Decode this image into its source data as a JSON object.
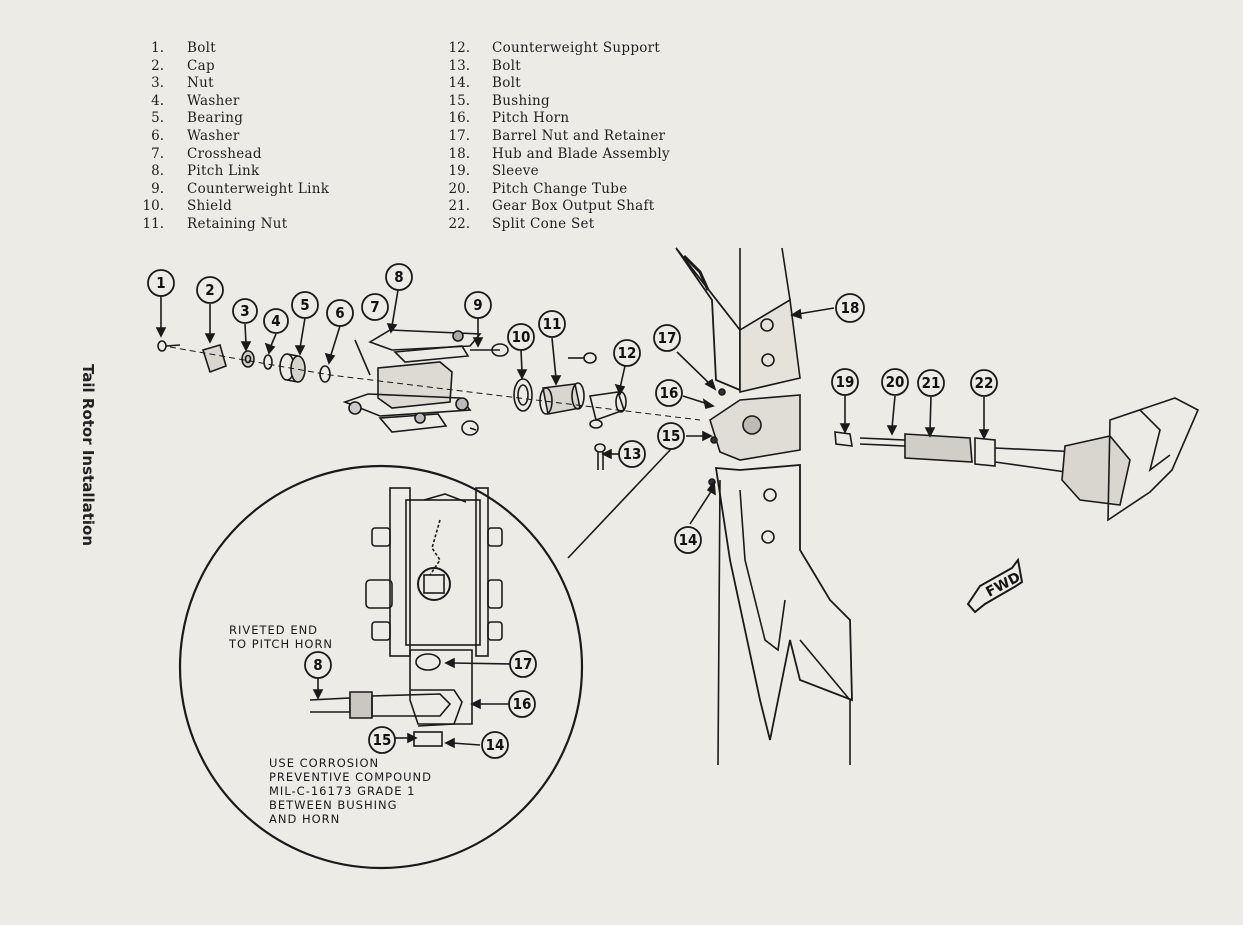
{
  "title": "Tail Rotor Installation",
  "parts_left": [
    {
      "num": "1.",
      "name": "Bolt"
    },
    {
      "num": "2.",
      "name": "Cap"
    },
    {
      "num": "3.",
      "name": "Nut"
    },
    {
      "num": "4.",
      "name": "Washer"
    },
    {
      "num": "5.",
      "name": "Bearing"
    },
    {
      "num": "6.",
      "name": "Washer"
    },
    {
      "num": "7.",
      "name": "Crosshead"
    },
    {
      "num": "8.",
      "name": "Pitch Link"
    },
    {
      "num": "9.",
      "name": "Counterweight Link"
    },
    {
      "num": "10.",
      "name": "Shield"
    },
    {
      "num": "11.",
      "name": "Retaining Nut"
    }
  ],
  "parts_right": [
    {
      "num": "12.",
      "name": "Counterweight Support"
    },
    {
      "num": "13.",
      "name": "Bolt"
    },
    {
      "num": "14.",
      "name": "Bolt"
    },
    {
      "num": "15.",
      "name": "Bushing"
    },
    {
      "num": "16.",
      "name": "Pitch Horn"
    },
    {
      "num": "17.",
      "name": "Barrel Nut and Retainer"
    },
    {
      "num": "18.",
      "name": "Hub and Blade Assembly"
    },
    {
      "num": "19.",
      "name": "Sleeve"
    },
    {
      "num": "20.",
      "name": "Pitch Change Tube"
    },
    {
      "num": "21.",
      "name": "Gear Box Output Shaft"
    },
    {
      "num": "22.",
      "name": "Split Cone Set"
    }
  ],
  "callouts": [
    "1",
    "2",
    "3",
    "4",
    "5",
    "6",
    "7",
    "8",
    "9",
    "10",
    "11",
    "12",
    "13",
    "14",
    "15",
    "16",
    "17",
    "18",
    "19",
    "20",
    "21",
    "22"
  ],
  "detail_callouts": [
    "8",
    "17",
    "16",
    "15",
    "14"
  ],
  "notes": {
    "riveted": "RIVETED END\nTO PITCH HORN",
    "compound": "USE CORROSION\nPREVENTIVE COMPOUND\nMIL-C-16173 GRADE 1\nBETWEEN BUSHING\nAND HORN"
  },
  "fwd_label": "FWD",
  "colors": {
    "paper": "#ecebe5",
    "ink": "#1a1a1a"
  }
}
